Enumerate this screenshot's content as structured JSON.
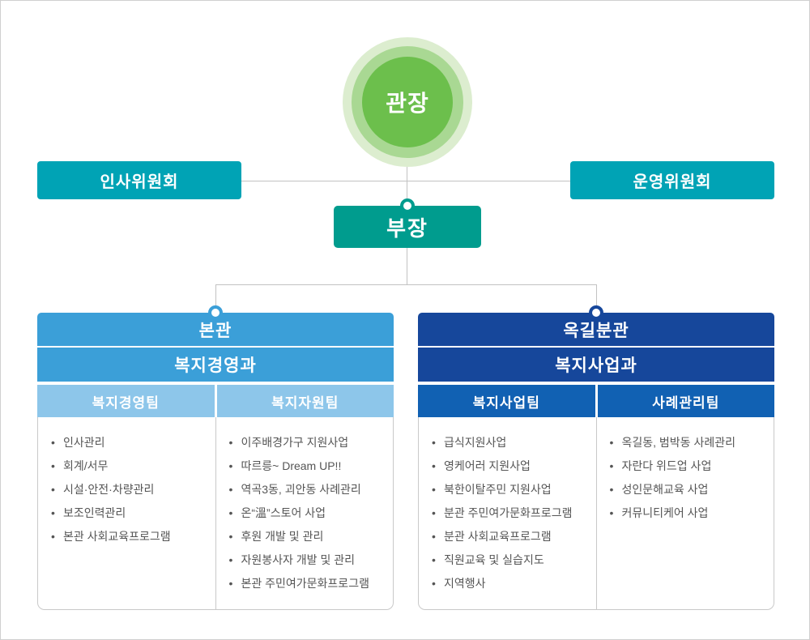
{
  "org": {
    "director": "관장",
    "committees": [
      "인사위원회",
      "운영위원회"
    ],
    "manager": "부장",
    "bullet": "•",
    "colors": {
      "director_green": "#6cbf4c",
      "director_ring_mid": "#a9d893",
      "director_ring_outer": "#dcedcf",
      "committee_teal": "#00a3b5",
      "manager_teal": "#009c8e",
      "main_blue": "#3b9fd8",
      "team_light_blue": "#8dc6ea",
      "branch_navy": "#16479b",
      "team_mid_blue": "#1161b3",
      "connector_gray": "#c2c2c2"
    },
    "panels": [
      {
        "building": "본관",
        "division": "복지경영과",
        "teams": [
          {
            "name": "복지경영팀",
            "items": [
              "인사관리",
              "회계/서무",
              "시설·안전·차량관리",
              "보조인력관리",
              "본관 사회교육프로그램"
            ]
          },
          {
            "name": "복지자원팀",
            "items": [
              "이주배경가구 지원사업",
              "따르릉~ Dream UP!!",
              "역곡3동, 괴안동 사례관리",
              "온“溫”스토어 사업",
              "후원 개발 및 관리",
              "자원봉사자 개발 및 관리",
              "본관 주민여가문화프로그램"
            ]
          }
        ]
      },
      {
        "building": "옥길분관",
        "division": "복지사업과",
        "teams": [
          {
            "name": "복지사업팀",
            "items": [
              "급식지원사업",
              "영케어러 지원사업",
              "북한이탈주민 지원사업",
              "분관 주민여가문화프로그램",
              "분관 사회교육프로그램",
              "직원교육 및 실습지도",
              "지역행사"
            ]
          },
          {
            "name": "사례관리팀",
            "items": [
              "옥길동, 범박동 사례관리",
              "자란다 위드업 사업",
              "성인문해교육 사업",
              "커뮤니티케어 사업"
            ]
          }
        ]
      }
    ]
  }
}
